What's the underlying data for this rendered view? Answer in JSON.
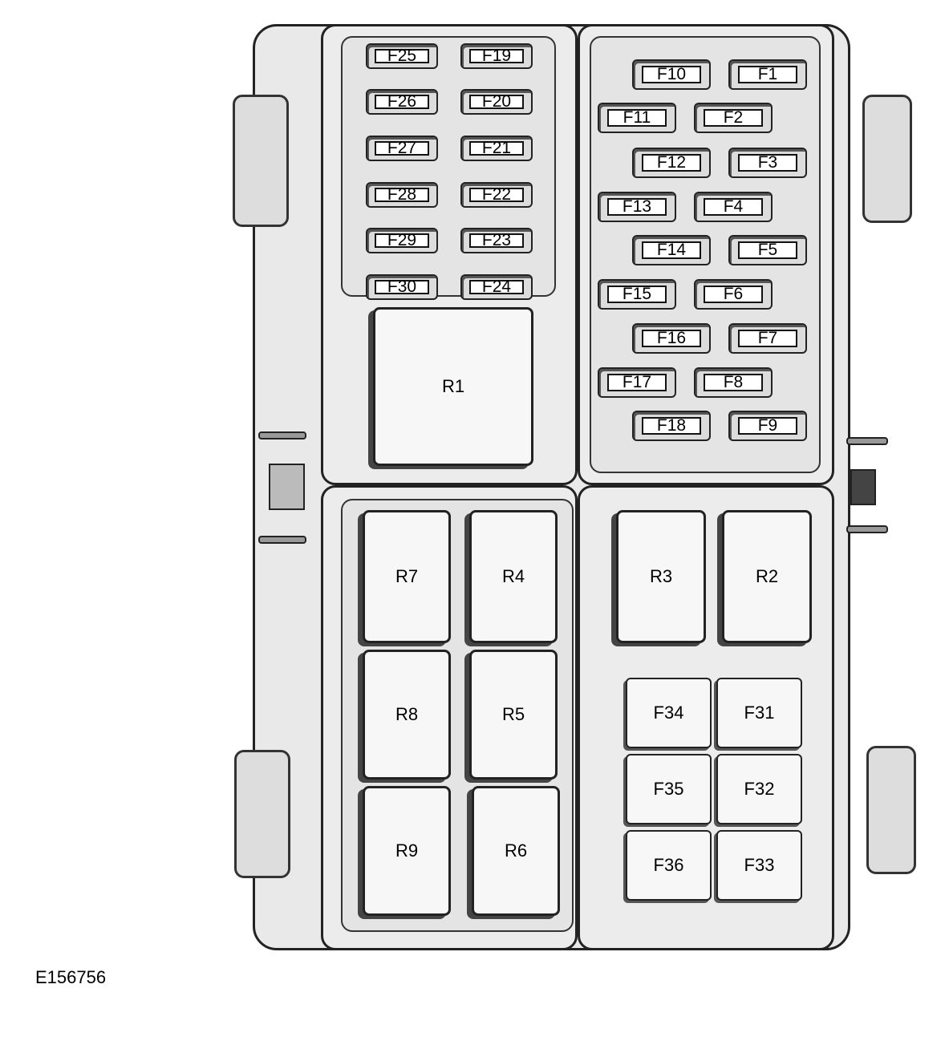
{
  "diagram": {
    "reference_code": "E156756",
    "left_fuses": [
      "F25",
      "F19",
      "F26",
      "F20",
      "F27",
      "F21",
      "F28",
      "F22",
      "F29",
      "F23",
      "F30",
      "F24"
    ],
    "right_fuses": [
      "F10",
      "F1",
      "F11",
      "F2",
      "F12",
      "F3",
      "F13",
      "F4",
      "F14",
      "F5",
      "F15",
      "F6",
      "F16",
      "F7",
      "F17",
      "F8",
      "F18",
      "F9"
    ],
    "relays": [
      "R1",
      "R7",
      "R4",
      "R8",
      "R5",
      "R9",
      "R6",
      "R3",
      "R2"
    ],
    "maxi_fuses": [
      "F34",
      "F31",
      "F35",
      "F32",
      "F36",
      "F33"
    ]
  }
}
